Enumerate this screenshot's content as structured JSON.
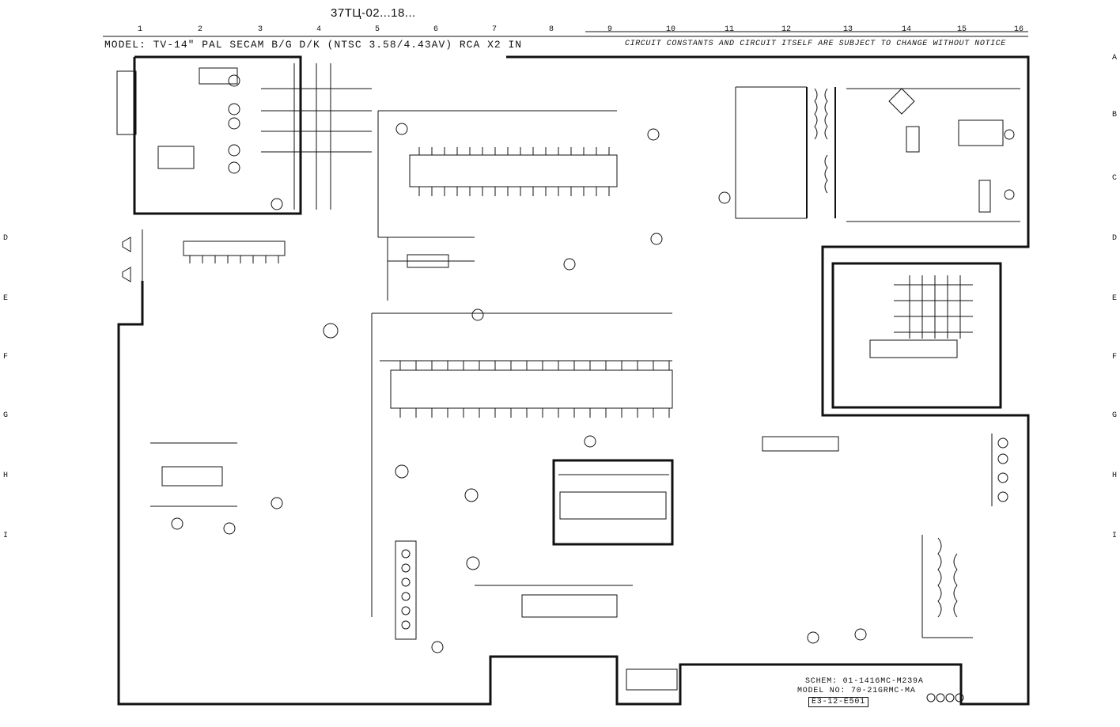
{
  "header": {
    "title": "37ТЦ-02...18...",
    "model_line": "MODEL: TV-14\" PAL SECAM B/G D/K (NTSC 3.58/4.43AV) RCA X2 IN",
    "notice": "CIRCUIT CONSTANTS AND CIRCUIT ITSELF ARE SUBJECT TO CHANGE WITHOUT NOTICE"
  },
  "grid": {
    "columns": [
      "1",
      "2",
      "3",
      "4",
      "5",
      "6",
      "7",
      "8",
      "9",
      "10",
      "11",
      "12",
      "13",
      "14",
      "15",
      "16"
    ],
    "rows": [
      "A",
      "B",
      "C",
      "D",
      "E",
      "F",
      "G",
      "H",
      "I"
    ]
  },
  "footer": {
    "schem": "SCHEM: 01-1416MC-M239A",
    "model_no": "MODEL NO: 70-21GRMC-MA",
    "code": "E3-12-E501"
  }
}
